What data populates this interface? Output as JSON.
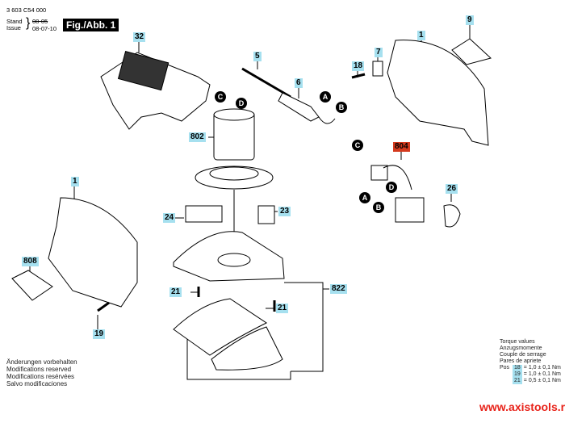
{
  "header": {
    "part_number": "3 603 C54 000",
    "stand_label": "Stand",
    "issue_label": "Issue",
    "old_date": "08-05",
    "issue_date": "08-07-10",
    "figure_title": "Fig./Abb. 1"
  },
  "callouts": {
    "p32": "32",
    "p5": "5",
    "p6": "6",
    "p18a": "18",
    "p7": "7",
    "p1a": "1",
    "p9": "9",
    "p802": "802",
    "p804": "804",
    "p26": "26",
    "p1b": "1",
    "p24": "24",
    "p23": "23",
    "p808": "808",
    "p21a": "21",
    "p21b": "21",
    "p822": "822",
    "p19": "19"
  },
  "connectors": {
    "motor_c": "C",
    "motor_d": "D",
    "cable_a": "A",
    "cable_b": "B",
    "switch_c": "C",
    "switch_d": "D",
    "switch_a": "A",
    "switch_b": "B"
  },
  "notes": [
    "Änderungen vorbehalten",
    "Modifications reserved",
    "Modifications resérvées",
    "Salvo modificaciones"
  ],
  "torque": {
    "lines": [
      "Torque values",
      "Anzugsmomente",
      "Couple de serrage",
      "Pares de apriete"
    ],
    "pos_label": "Pos",
    "values": [
      {
        "pos": "18",
        "value": "= 1,0 ± 0,1 Nm"
      },
      {
        "pos": "19",
        "value": "= 1,0 ± 0,1 Nm"
      },
      {
        "pos": "21",
        "value": "= 0,5 ± 0,1 Nm"
      }
    ]
  },
  "footer": {
    "url": "www.axistools.ru"
  },
  "colors": {
    "callout": "#a6e0ef",
    "callout_highlight": "#d43a1e",
    "url": "#e8231a"
  }
}
